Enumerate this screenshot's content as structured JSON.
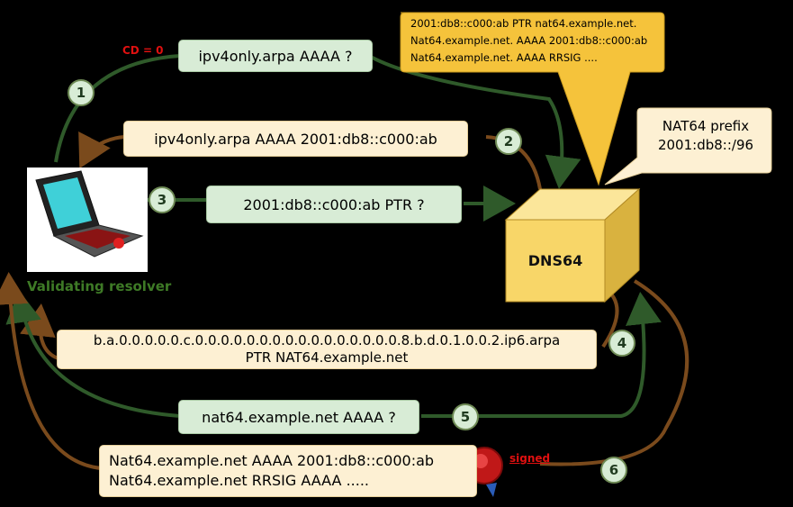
{
  "steps": [
    "1",
    "2",
    "3",
    "4",
    "5",
    "6"
  ],
  "cd_flag": "CD = 0",
  "queries": {
    "q1": "ipv4only.arpa AAAA ?",
    "r2": "ipv4only.arpa AAAA 2001:db8::c000:ab",
    "q3": "2001:db8::c000:ab PTR ?",
    "r4_line1": "b.a.0.0.0.0.0.c.0.0.0.0.0.0.0.0.0.0.0.0.0.0.0.0.8.b.d.0.1.0.0.2.ip6.arpa",
    "r4_line2": "PTR NAT64.example.net",
    "q5": "nat64.example.net AAAA ?",
    "r6_line1": "Nat64.example.net AAAA 2001:db8::c000:ab",
    "r6_line2": "Nat64.example.net RRSIG AAAA ....."
  },
  "callout_dns": {
    "line1": "2001:db8::c000:ab PTR nat64.example.net.",
    "line2": "Nat64.example.net. AAAA 2001:db8::c000:ab",
    "line3": "Nat64.example.net. AAAA RRSIG ...."
  },
  "callout_prefix": {
    "line1": "NAT64 prefix",
    "line2": "2001:db8::/96"
  },
  "dns64_label": "DNS64",
  "resolver_label": "Validating resolver",
  "signed_label": "signed",
  "colors": {
    "green_arrow": "#2f5a2a",
    "brown_arrow": "#7a4a1c",
    "callout": "#f5c33b",
    "cube": "#f8d668"
  }
}
